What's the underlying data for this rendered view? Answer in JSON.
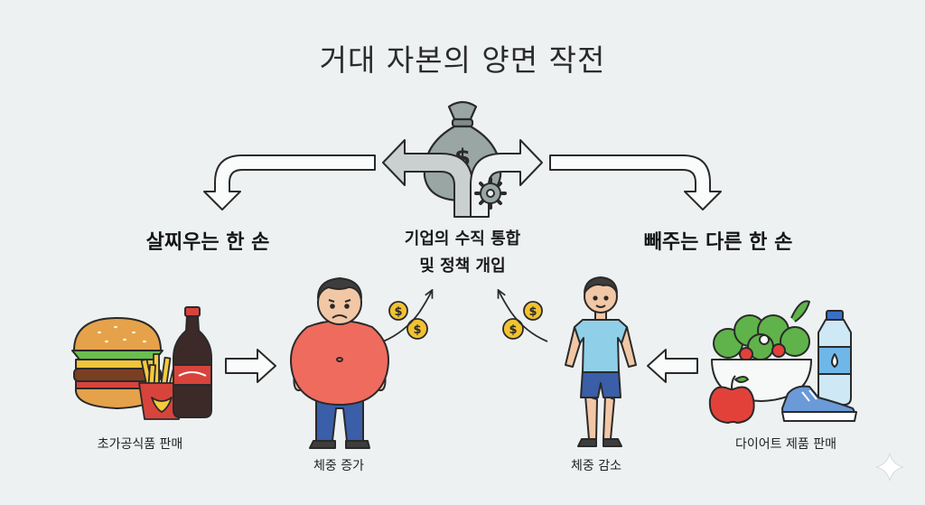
{
  "title": "거대 자본의 양면 작전",
  "left_heading": "살찌우는 한 손",
  "right_heading": "빼주는 다른 한 손",
  "center_label": {
    "line1": "기업의 수직 통합",
    "line2": "및 정책 개입"
  },
  "captions": {
    "fast_food": "초가공식품 판매",
    "weight_gain": "체중 증가",
    "weight_loss": "체중 감소",
    "diet_products": "다이어트 제품 판매"
  },
  "icons": {
    "money_bag": "money-bag-icon",
    "gear": "gear-icon",
    "coins": "coins-icon"
  },
  "colors": {
    "outline": "#2a2a2a",
    "coin": "#f2c230",
    "money_bag": "#9aa6a3",
    "overweight_shirt": "#ef6b5e",
    "slim_shirt": "#8fd0e8",
    "pants": "#3a5ea8",
    "background": "#eef1f2"
  }
}
